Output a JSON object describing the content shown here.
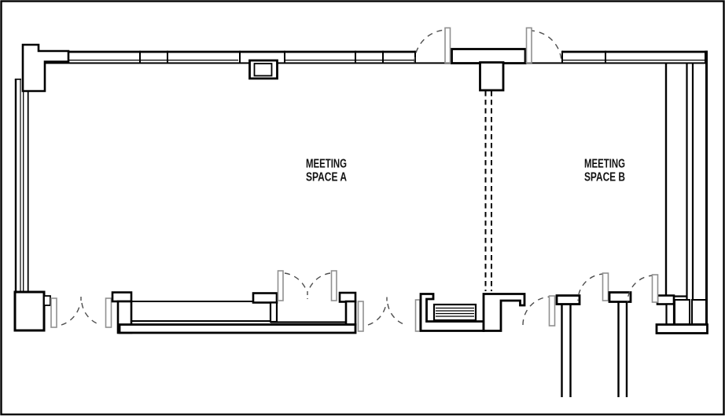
{
  "drawing": {
    "kind": "architectural floor plan",
    "background_color": "#ffffff",
    "line_color": "#000000",
    "door_leaf_color": "#909090",
    "swing_arc_color": "#4d4d4d"
  },
  "rooms": {
    "a": {
      "name": "meeting-space-a",
      "label_line1": "MEETING",
      "label_line2": "SPACE A"
    },
    "b": {
      "name": "meeting-space-b",
      "label_line1": "MEETING",
      "label_line2": "SPACE B"
    }
  },
  "symbols": [
    "window-wall-with-mullions",
    "door-leaf-with-swing-arc",
    "double-door-with-meeting-arcs",
    "square-column",
    "folding-partition-dashed-track",
    "partition-pocket-pier",
    "louvered-cabinet",
    "storage-alcove",
    "corridor-wall-stub"
  ]
}
